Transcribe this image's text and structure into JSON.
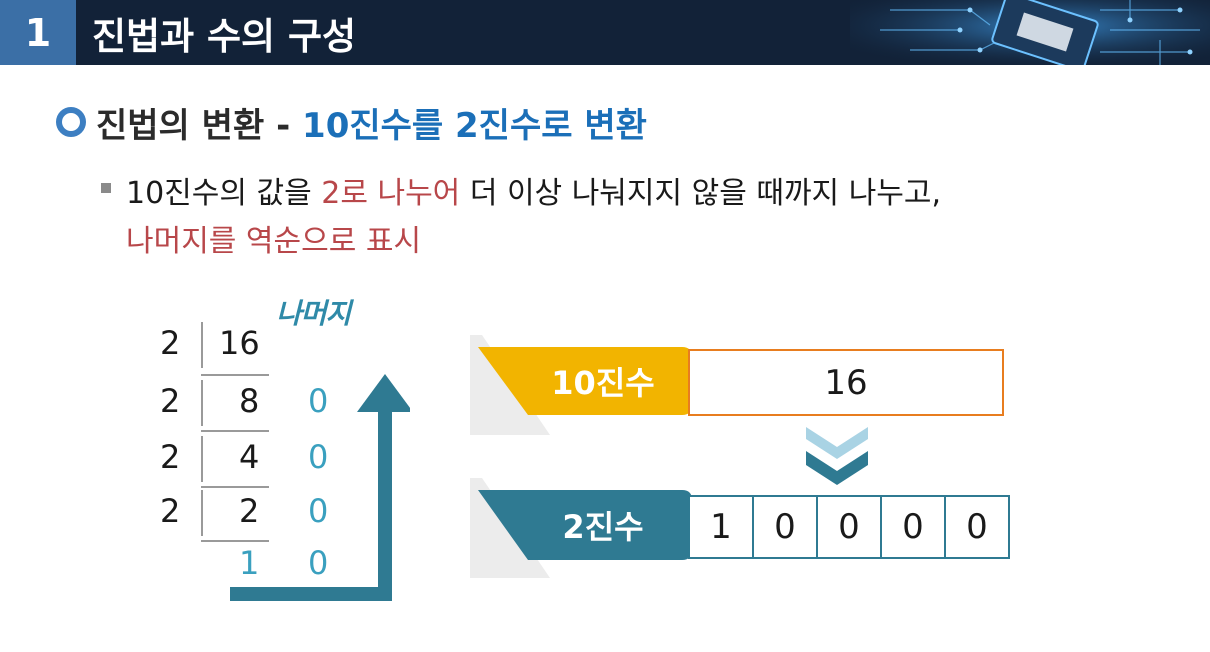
{
  "header": {
    "number": "1",
    "title": "진법과 수의 구성"
  },
  "section": {
    "heading_main": "진법의 변환 - ",
    "heading_accent": "10진수를 2진수로 변환"
  },
  "description": {
    "line1_a": "10진수의 값을 ",
    "line1_red": "2로 나누어",
    "line1_b": " 더 이상 나눠지지 않을 때까지 나누고,",
    "line2_red": "나머지를 역순으로 표시"
  },
  "division": {
    "remainder_label": "나머지",
    "divisor": "2",
    "rows": [
      {
        "divisor": "2",
        "quotient": "16",
        "remainder": ""
      },
      {
        "divisor": "2",
        "quotient": "8",
        "remainder": "0"
      },
      {
        "divisor": "2",
        "quotient": "4",
        "remainder": "0"
      },
      {
        "divisor": "2",
        "quotient": "2",
        "remainder": "0"
      }
    ],
    "final_quotient": "1",
    "final_remainder": "0"
  },
  "conversion": {
    "decimal_label": "10진수",
    "decimal_value": "16",
    "binary_label": "2진수",
    "binary_digits": [
      "1",
      "0",
      "0",
      "0",
      "0"
    ]
  },
  "colors": {
    "header_bg": "#122238",
    "header_num_bg": "#3b6fa6",
    "accent_blue": "#1b6fb8",
    "accent_red": "#b8474a",
    "teal": "#2f7a92",
    "orange": "#f2b400"
  },
  "icons": [
    "circle-bullet-icon",
    "square-bullet-icon",
    "up-arrow-icon",
    "double-chevron-down-icon",
    "circuit-chip-art"
  ]
}
